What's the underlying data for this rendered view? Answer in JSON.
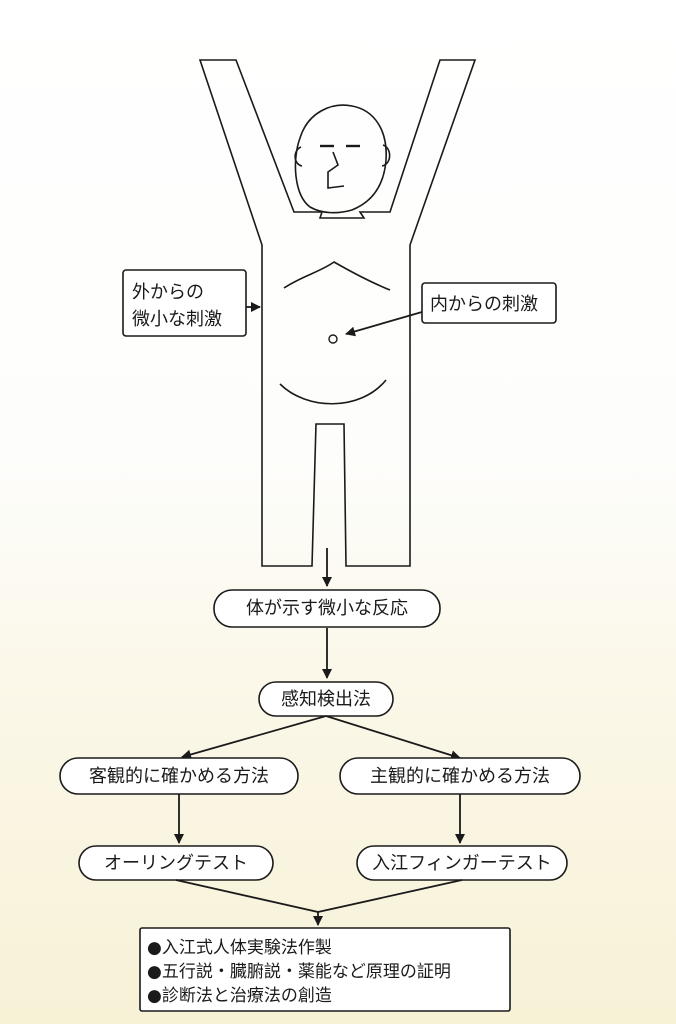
{
  "outer_stimulus": {
    "line1": "外からの",
    "line2": "微小な刺激"
  },
  "inner_stimulus": "内からの刺激",
  "body_reaction": "体が示す微小な反応",
  "detection": "感知検出法",
  "objective": "客観的に確かめる方法",
  "subjective": "主観的に確かめる方法",
  "oring_test": "オーリングテスト",
  "finger_test": "入江フィンガーテスト",
  "results": [
    "●入江式人体実験法作製",
    "●五行説・臓腑説・薬能など原理の証明",
    "●診断法と治療法の創造"
  ]
}
